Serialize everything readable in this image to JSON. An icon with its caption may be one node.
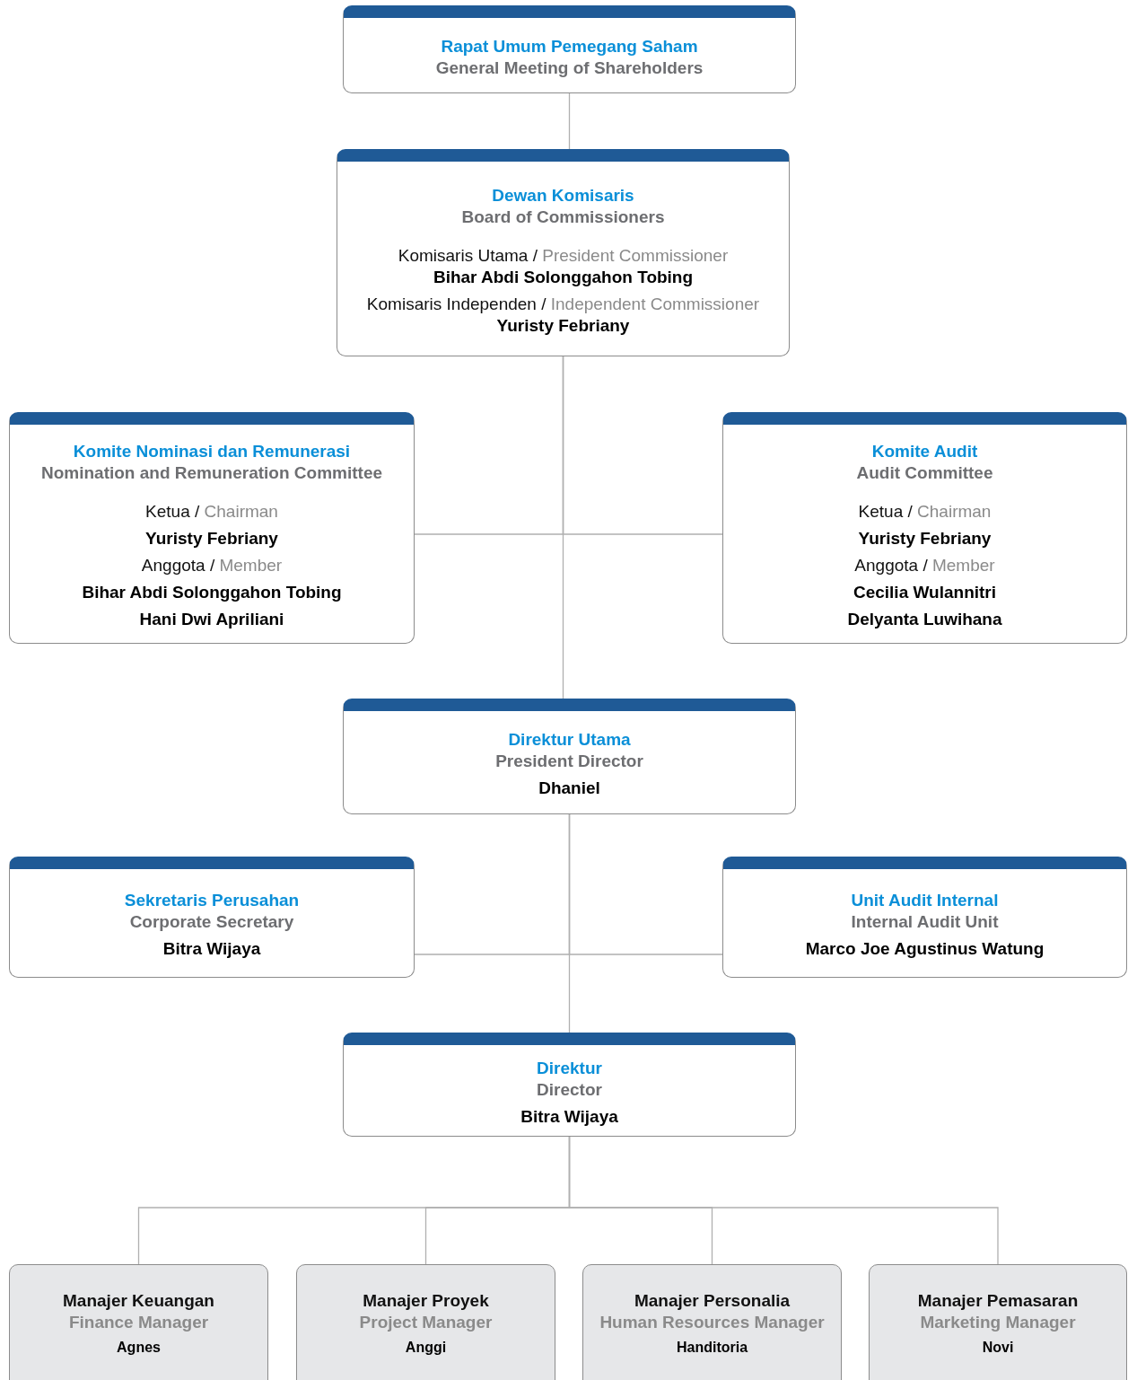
{
  "diagram": {
    "nodes": [
      {
        "text": [
          "Rapat Umum Pemegang Saham",
          "General Meeting of Shareholders"
        ]
      },
      {
        "text": [
          "Dewan Komisaris",
          "Board of Commissioners",
          "Komisaris Utama / President Commissioner",
          "Bihar Abdi Solonggahon Tobing",
          "Komisaris Independen / Independent Commissioner",
          "Yuristy Febriany"
        ]
      },
      {
        "text": [
          "Komite Nominasi dan Remunerasi",
          "Nomination and Remuneration Committee",
          "Ketua / Chairman",
          "Yuristy Febriany",
          "Anggota / Member",
          "Bihar Abdi Solonggahon Tobing",
          "Hani Dwi Apriliani"
        ]
      },
      {
        "text": [
          "Komite Audit",
          "Audit Committee",
          "Ketua / Chairman",
          "Yuristy Febriany",
          "Anggota / Member",
          "Cecilia Wulannitri",
          "Delyanta Luwihana"
        ]
      },
      {
        "text": [
          "Direktur Utama",
          "President Director",
          "Dhaniel"
        ]
      },
      {
        "text": [
          "Sekretaris Perusahan",
          "Corporate Secretary",
          "Bitra Wijaya"
        ]
      },
      {
        "text": [
          "Unit Audit Internal",
          "Internal Audit Unit",
          "Marco Joe Agustinus Watung"
        ]
      },
      {
        "text": [
          "Direktur",
          "Director",
          "Bitra Wijaya"
        ]
      },
      {
        "text": [
          "Manajer Keuangan",
          "Finance Manager",
          "Agnes"
        ]
      },
      {
        "text": [
          "Manajer Proyek",
          "Project Manager",
          "Anggi"
        ]
      },
      {
        "text": [
          "Manajer Personalia",
          "Human Resources Manager",
          "Handitoria"
        ]
      },
      {
        "text": [
          "Manajer Pemasaran",
          "Marketing Manager",
          "Novi"
        ]
      }
    ],
    "edges": [
      {
        "from": 0,
        "to": 1,
        "arrow": "none"
      },
      {
        "from": 1,
        "to": 2,
        "arrow": "none"
      },
      {
        "from": 1,
        "to": 3,
        "arrow": "none"
      },
      {
        "from": 1,
        "to": 4,
        "arrow": "none"
      },
      {
        "from": 4,
        "to": 5,
        "arrow": "none"
      },
      {
        "from": 4,
        "to": 6,
        "arrow": "none"
      },
      {
        "from": 4,
        "to": 7,
        "arrow": "none"
      },
      {
        "from": 7,
        "to": 8,
        "arrow": "none"
      },
      {
        "from": 7,
        "to": 9,
        "arrow": "none"
      },
      {
        "from": 7,
        "to": 10,
        "arrow": "none"
      },
      {
        "from": 7,
        "to": 11,
        "arrow": "none"
      }
    ]
  }
}
